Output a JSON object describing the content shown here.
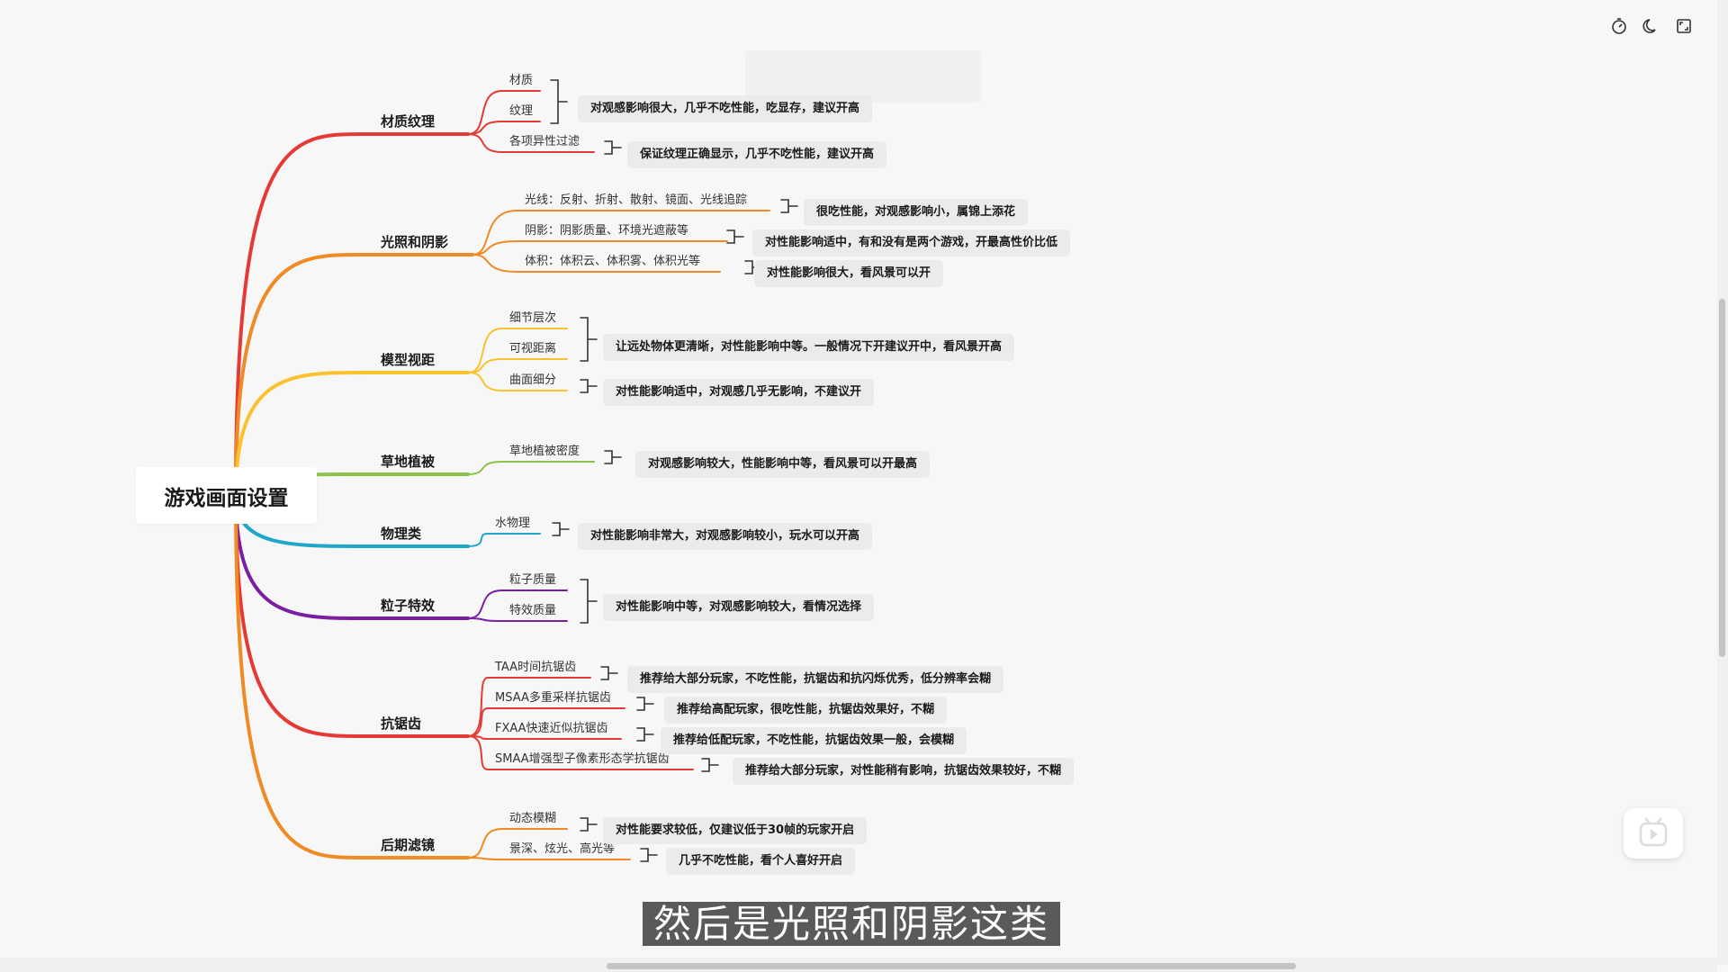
{
  "root": "游戏画面设置",
  "colors": {
    "branch_red": "#e53935",
    "branch_orange": "#f08a24",
    "branch_yellow": "#f9c22e",
    "branch_green": "#8bc34a",
    "branch_teal": "#1fa6c9",
    "branch_purple": "#7b1fa2",
    "note_bg": "#ebebeb"
  },
  "branches": [
    {
      "label": "材质纹理",
      "leaves": [
        "材质",
        "纹理",
        "各项异性过滤"
      ],
      "notes": [
        "对观感影响很大，几乎不吃性能，吃显存，建议开高",
        "保证纹理正确显示，几乎不吃性能，建议开高"
      ]
    },
    {
      "label": "光照和阴影",
      "leaves": [
        "光线：反射、折射、散射、镜面、光线追踪",
        "阴影：阴影质量、环境光遮蔽等",
        "体积：体积云、体积雾、体积光等"
      ],
      "notes": [
        "很吃性能，对观感影响小，属锦上添花",
        "对性能影响适中，有和没有是两个游戏，开最高性价比低",
        "对性能影响很大，看风景可以开"
      ]
    },
    {
      "label": "模型视距",
      "leaves": [
        "细节层次",
        "可视距离",
        "曲面细分"
      ],
      "notes": [
        "让远处物体更清晰，对性能影响中等。一般情况下开建议开中，看风景开高",
        "对性能影响适中，对观感几乎无影响，不建议开"
      ]
    },
    {
      "label": "草地植被",
      "leaves": [
        "草地植被密度"
      ],
      "notes": [
        "对观感影响较大，性能影响中等，看风景可以开最高"
      ]
    },
    {
      "label": "物理类",
      "leaves": [
        "水物理"
      ],
      "notes": [
        "对性能影响非常大，对观感影响较小，玩水可以开高"
      ]
    },
    {
      "label": "粒子特效",
      "leaves": [
        "粒子质量",
        "特效质量"
      ],
      "notes": [
        "对性能影响中等，对观感影响较大，看情况选择"
      ]
    },
    {
      "label": "抗锯齿",
      "leaves": [
        "TAA时间抗锯齿",
        "MSAA多重采样抗锯齿",
        "FXAA快速近似抗锯齿",
        "SMAA增强型子像素形态学抗锯齿"
      ],
      "notes": [
        "推荐给大部分玩家，不吃性能，抗锯齿和抗闪烁优秀，低分辨率会糊",
        "推荐给高配玩家，很吃性能，抗锯齿效果好，不糊",
        "推荐给低配玩家，不吃性能，抗锯齿效果一般，会模糊",
        "推荐给大部分玩家，对性能稍有影响，抗锯齿效果较好，不糊"
      ]
    },
    {
      "label": "后期滤镜",
      "leaves": [
        "动态模糊",
        "景深、炫光、高光等"
      ],
      "notes": [
        "对性能要求较低，仅建议低于30帧的玩家开启",
        "几乎不吃性能，看个人喜好开启"
      ]
    }
  ],
  "toolbar": {
    "icons": [
      "timer-icon",
      "moon-icon",
      "fullscreen-icon"
    ]
  },
  "subtitle": "然后是光照和阴影这类"
}
